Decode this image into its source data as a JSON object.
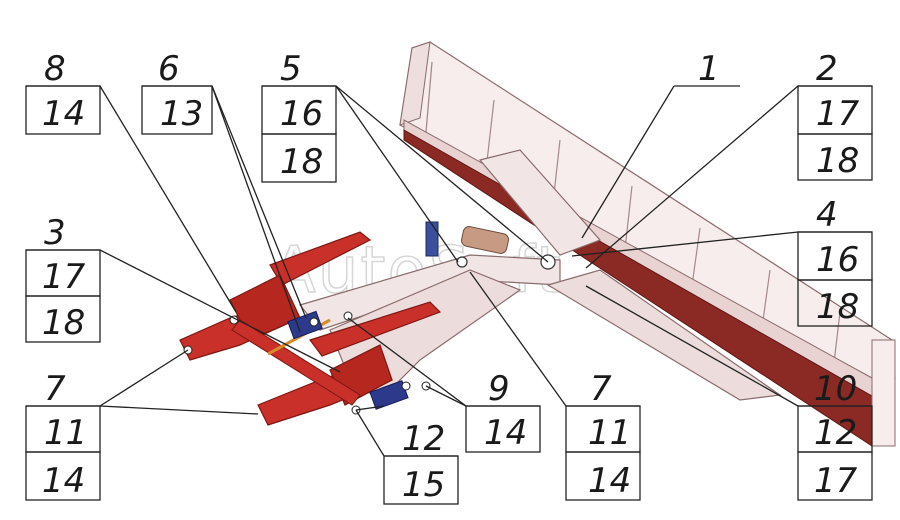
{
  "watermark": "AutoSoft",
  "callouts": [
    {
      "id": "c8",
      "top": "8",
      "rows": [
        "14"
      ]
    },
    {
      "id": "c6",
      "top": "6",
      "rows": [
        "13"
      ]
    },
    {
      "id": "c5",
      "top": "5",
      "rows": [
        "16",
        "18"
      ]
    },
    {
      "id": "c1",
      "top": "1",
      "rows": []
    },
    {
      "id": "c2",
      "top": "2",
      "rows": [
        "17",
        "18"
      ]
    },
    {
      "id": "c3",
      "top": "3",
      "rows": [
        "17",
        "18"
      ]
    },
    {
      "id": "c4",
      "top": "4",
      "rows": [
        "16",
        "18"
      ]
    },
    {
      "id": "c7l",
      "top": "7",
      "rows": [
        "11",
        "14"
      ]
    },
    {
      "id": "c9",
      "top": "9",
      "rows": [
        "14"
      ]
    },
    {
      "id": "c7r",
      "top": "7",
      "rows": [
        "11",
        "14"
      ]
    },
    {
      "id": "c10",
      "top": "10",
      "rows": [
        "12",
        "17"
      ]
    },
    {
      "id": "c12",
      "top": "12",
      "rows": [
        "15"
      ]
    }
  ],
  "colors": {
    "blade": "#f3e6e6",
    "blade_edge": "#8a6b6b",
    "blade_strip": "#8b2a25",
    "frame": "#c9302a",
    "frame_dark": "#7d1712",
    "spring": "#2d3a8c",
    "rod": "#d98a2b"
  }
}
